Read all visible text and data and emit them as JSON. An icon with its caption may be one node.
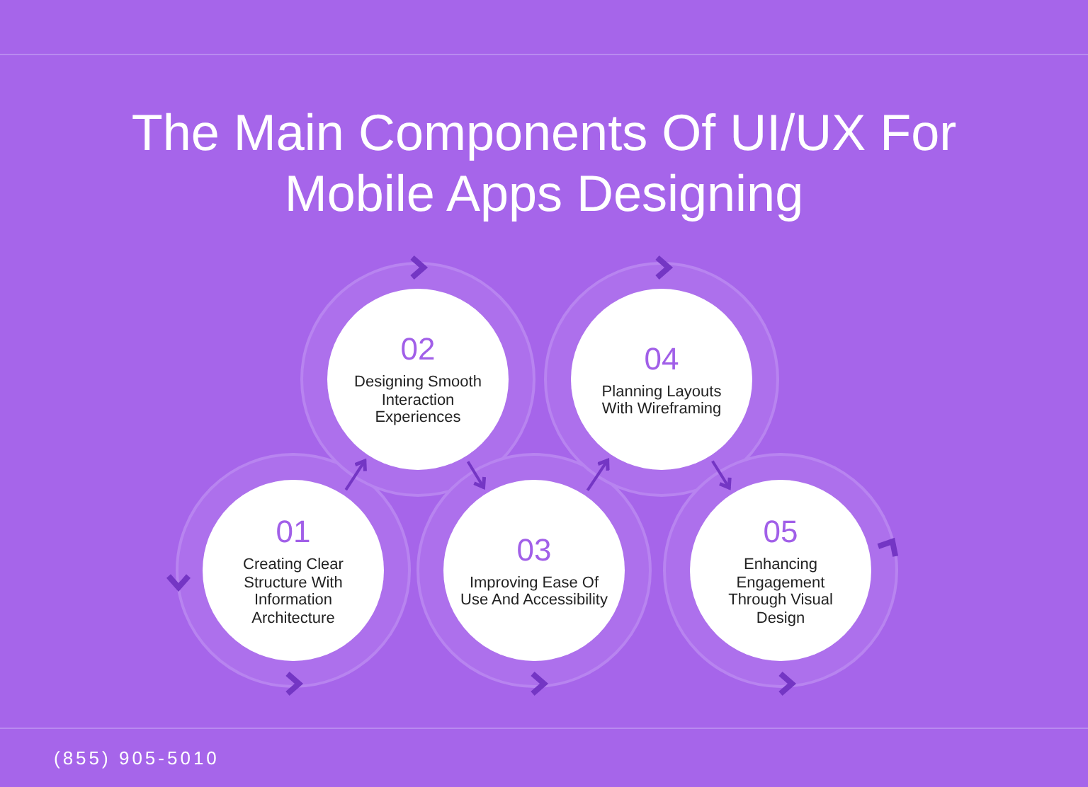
{
  "diagram": {
    "title": "The Main Components Of UI/UX For Mobile Apps Designing",
    "nodes": [
      {
        "text": [
          "01",
          "Creating Clear Structure With Information Architecture"
        ]
      },
      {
        "text": [
          "02",
          "Designing Smooth Interaction Experiences"
        ]
      },
      {
        "text": [
          "03",
          "Improving Ease Of Use And Accessibility"
        ]
      },
      {
        "text": [
          "04",
          "Planning Layouts With Wireframing"
        ]
      },
      {
        "text": [
          "05",
          "Enhancing Engagement Through Visual Design"
        ]
      }
    ],
    "edges": [
      {
        "from": 0,
        "to": 1,
        "arrow": "to"
      },
      {
        "from": 1,
        "to": 2,
        "arrow": "to"
      },
      {
        "from": 2,
        "to": 3,
        "arrow": "to"
      },
      {
        "from": 3,
        "to": 4,
        "arrow": "to"
      }
    ],
    "labels": [
      "(855) 905-5010"
    ]
  }
}
